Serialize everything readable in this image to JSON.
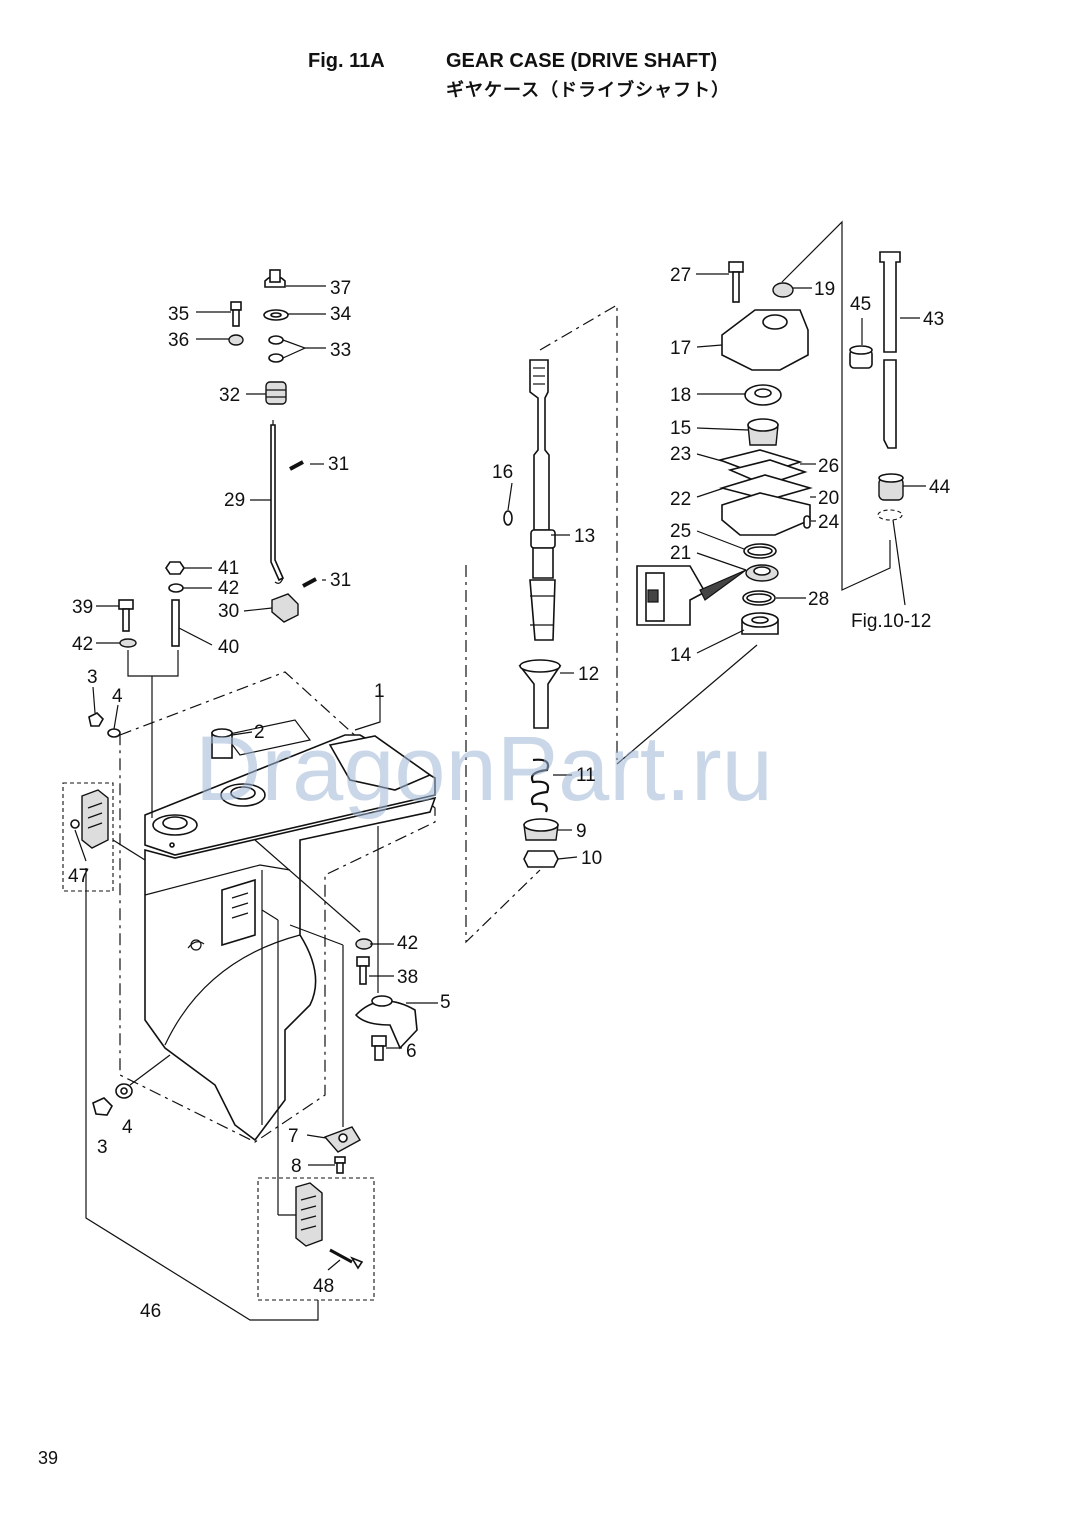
{
  "header": {
    "fig_number": "Fig. 11A",
    "title_en": "GEAR CASE (DRIVE SHAFT)",
    "title_jp": "ギヤケース（ドライブシャフト）"
  },
  "page_number": "39",
  "watermark": "DragonPart.ru",
  "reference_label": "Fig.10-12",
  "part_labels": {
    "p1": "1",
    "p2": "2",
    "p3a": "3",
    "p3b": "3",
    "p4a": "4",
    "p4b": "4",
    "p5": "5",
    "p6": "6",
    "p7": "7",
    "p8": "8",
    "p9": "9",
    "p10": "10",
    "p11": "11",
    "p12": "12",
    "p13": "13",
    "p14": "14",
    "p15": "15",
    "p16": "16",
    "p17": "17",
    "p18": "18",
    "p19": "19",
    "p20": "20",
    "p21": "21",
    "p22": "22",
    "p23": "23",
    "p24": "24",
    "p25": "25",
    "p26": "26",
    "p27": "27",
    "p28": "28",
    "p29": "29",
    "p30": "30",
    "p31a": "31",
    "p31b": "31",
    "p32": "32",
    "p33": "33",
    "p34": "34",
    "p35": "35",
    "p36": "36",
    "p37": "37",
    "p38": "38",
    "p39": "39",
    "p40": "40",
    "p41": "41",
    "p42a": "42",
    "p42b": "42",
    "p42c": "42",
    "p43": "43",
    "p44": "44",
    "p45": "45",
    "p46": "46",
    "p47": "47",
    "p48": "48"
  },
  "colors": {
    "ink": "#111111",
    "watermark": "#9fb7d6",
    "paper": "#ffffff"
  }
}
